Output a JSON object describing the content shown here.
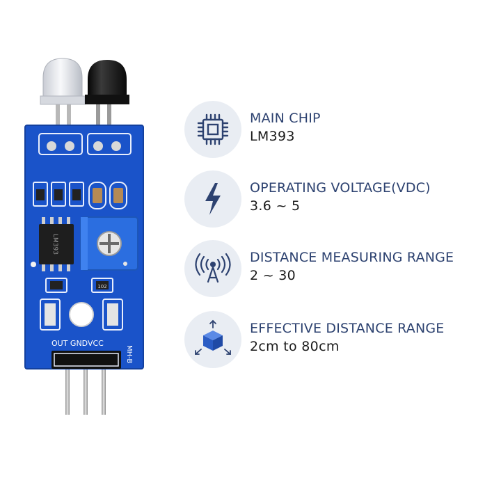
{
  "board": {
    "pin_labels": "OUT GNDVCC",
    "model": "MH-B",
    "chip_marking": "LM393",
    "resistor_code": "102"
  },
  "specs": [
    {
      "icon": "chip-icon",
      "label": "MAIN CHIP",
      "value": "LM393"
    },
    {
      "icon": "lightning-icon",
      "label": "OPERATING VOLTAGE(VDC)",
      "value": "3.6 ~ 5"
    },
    {
      "icon": "antenna-signal-icon",
      "label": "DISTANCE MEASURING RANGE",
      "value": "2 ~ 30"
    },
    {
      "icon": "cube-expand-icon",
      "label": "EFFECTIVE DISTANCE RANGE",
      "value": "2cm to 80cm"
    }
  ],
  "colors": {
    "pcb_blue": "#1a53c9",
    "icon_navy": "#2d4270",
    "icon_bg": "#e9edf3",
    "cube_blue": "#3168d6",
    "potentiometer_blue": "#2b6ee0"
  }
}
